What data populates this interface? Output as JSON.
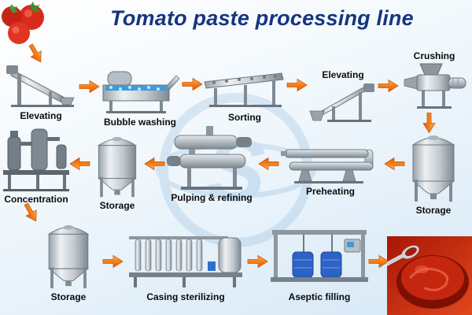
{
  "title": "Tomato paste processing line",
  "watermark": {
    "letter": "S"
  },
  "colors": {
    "title": "#16357e",
    "arrow": "#f57f17",
    "background_top": "#ffffff",
    "background_bottom": "#d6e8f6"
  },
  "steps": {
    "elevating1": "Elevating",
    "bubble_washing": "Bubble washing",
    "sorting": "Sorting",
    "elevating2": "Elevating",
    "crushing": "Crushing",
    "storage_after_crushing": "Storage",
    "preheating": "Preheating",
    "pulping_refining": "Pulping & refining",
    "storage_after_pulping": "Storage",
    "concentration": "Concentration",
    "storage_after_concentration": "Storage",
    "casing_sterilizing": "Casing sterilizing",
    "aseptic_filling": "Aseptic filling"
  }
}
